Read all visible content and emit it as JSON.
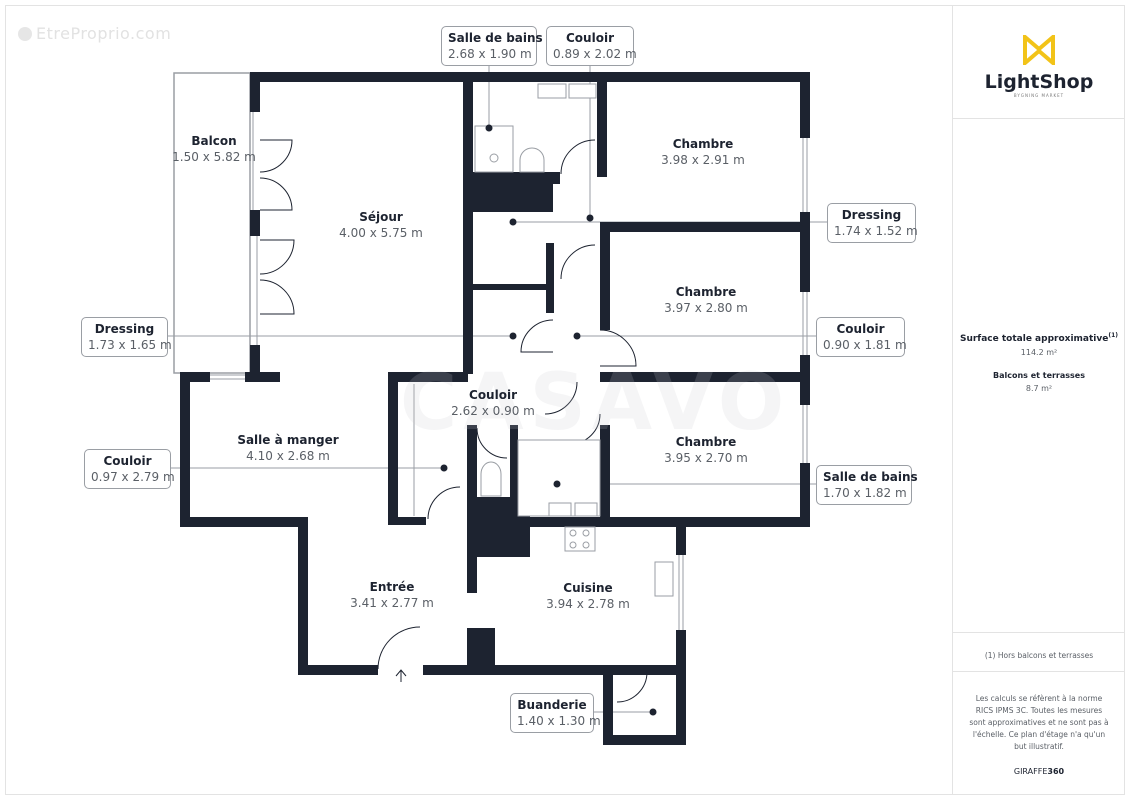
{
  "watermark": {
    "text": "EtreProprio.com",
    "overlay": "CASAVO"
  },
  "brand": {
    "logo_name": "LightShop",
    "logo_sub": "BYGNING MARKET",
    "accent_color": "#f2c318"
  },
  "summary": {
    "total_label": "Surface totale approximative",
    "total_footnote_mark": "(1)",
    "total_value": "114.2 m²",
    "balconies_label": "Balcons et terrasses",
    "balconies_value": "8.7 m²",
    "footnote": "(1) Hors balcons et terrasses",
    "disclaimer": "Les calculs se réfèrent à la norme RICS IPMS 3C. Toutes les mesures sont approximatives et ne sont pas à l'échelle. Ce plan d'étage n'a qu'un but illustratif.",
    "credit_prefix": "GIRAFFE",
    "credit_suffix": "360"
  },
  "rooms": [
    {
      "id": "balcon",
      "name": "Balcon",
      "dims": "1.50 x 5.82 m"
    },
    {
      "id": "sejour",
      "name": "Séjour",
      "dims": "4.00 x 5.75 m"
    },
    {
      "id": "chambre1",
      "name": "Chambre",
      "dims": "3.98 x 2.91 m"
    },
    {
      "id": "chambre2",
      "name": "Chambre",
      "dims": "3.97 x 2.80 m"
    },
    {
      "id": "chambre3",
      "name": "Chambre",
      "dims": "3.95 x 2.70 m"
    },
    {
      "id": "salle_a_manger",
      "name": "Salle à manger",
      "dims": "4.10 x 2.68 m"
    },
    {
      "id": "couloir_center",
      "name": "Couloir",
      "dims": "2.62 x 0.90 m"
    },
    {
      "id": "entree",
      "name": "Entrée",
      "dims": "3.41 x 2.77 m"
    },
    {
      "id": "cuisine",
      "name": "Cuisine",
      "dims": "3.94 x 2.78 m"
    }
  ],
  "callouts": [
    {
      "id": "sdb_top",
      "name": "Salle de bains",
      "dims": "2.68 x 1.90 m"
    },
    {
      "id": "couloir_top",
      "name": "Couloir",
      "dims": "0.89 x 2.02 m"
    },
    {
      "id": "dressing_right",
      "name": "Dressing",
      "dims": "1.74 x 1.52 m"
    },
    {
      "id": "dressing_left",
      "name": "Dressing",
      "dims": "1.73 x 1.65 m"
    },
    {
      "id": "couloir_right",
      "name": "Couloir",
      "dims": "0.90 x 1.81 m"
    },
    {
      "id": "couloir_left",
      "name": "Couloir",
      "dims": "0.97 x 2.79 m"
    },
    {
      "id": "sdb_right",
      "name": "Salle de bains",
      "dims": "1.70 x 1.82 m"
    },
    {
      "id": "buanderie",
      "name": "Buanderie",
      "dims": "1.40 x 1.30 m"
    }
  ],
  "colors": {
    "wall": "#1d2330",
    "leader": "#9a9ea4",
    "label_border": "#9a9ea4",
    "text_dim": "#5a5f66"
  }
}
